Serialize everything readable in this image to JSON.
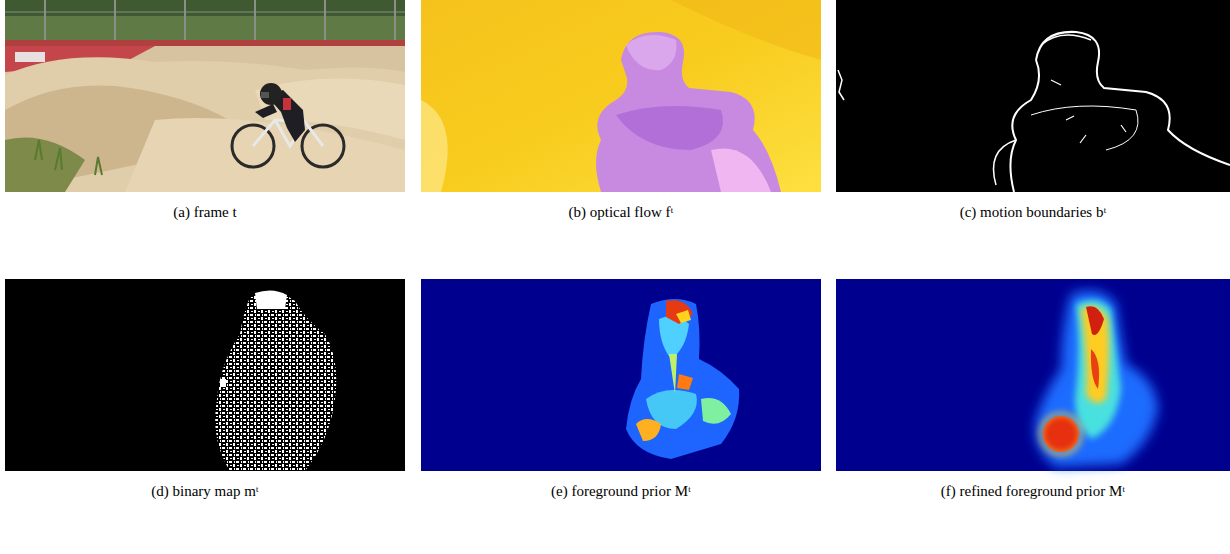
{
  "diagram": {
    "labels": [
      "(a) frame t",
      "(b) optical flow fᵗ",
      "(c) motion boundaries bᵗ",
      "(d) binary map mᵗ",
      "(e) foreground prior Mᵗ",
      "(f) refined foreground prior Mᵗ"
    ]
  }
}
